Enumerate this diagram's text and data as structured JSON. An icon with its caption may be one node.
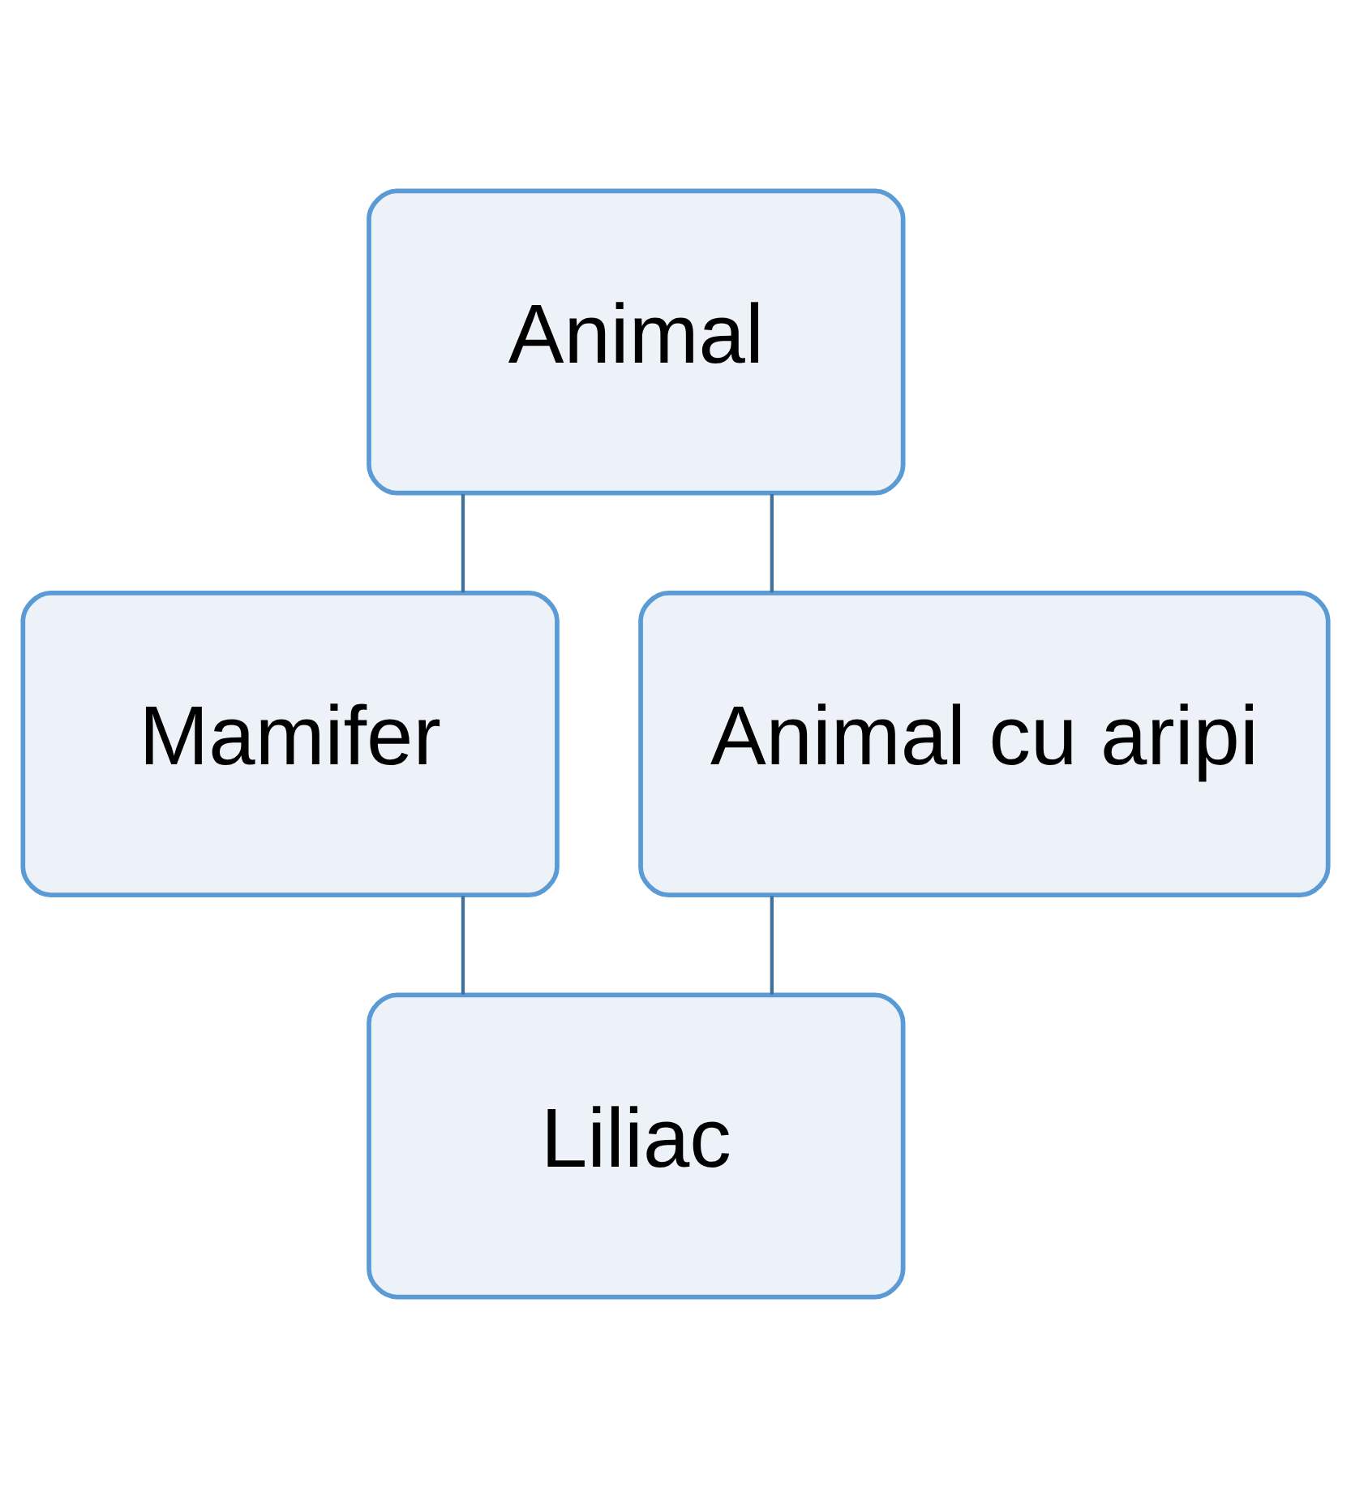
{
  "diagram": {
    "nodes": [
      {
        "text": [
          "Animal"
        ]
      },
      {
        "text": [
          "Mamifer"
        ]
      },
      {
        "text": [
          "Animal cu aripi"
        ]
      },
      {
        "text": [
          "Liliac"
        ]
      }
    ],
    "edges": [
      {
        "from": 0,
        "to": 1,
        "arrow": "none"
      },
      {
        "from": 0,
        "to": 2,
        "arrow": "none"
      },
      {
        "from": 1,
        "to": 3,
        "arrow": "none"
      },
      {
        "from": 2,
        "to": 3,
        "arrow": "none"
      }
    ]
  }
}
